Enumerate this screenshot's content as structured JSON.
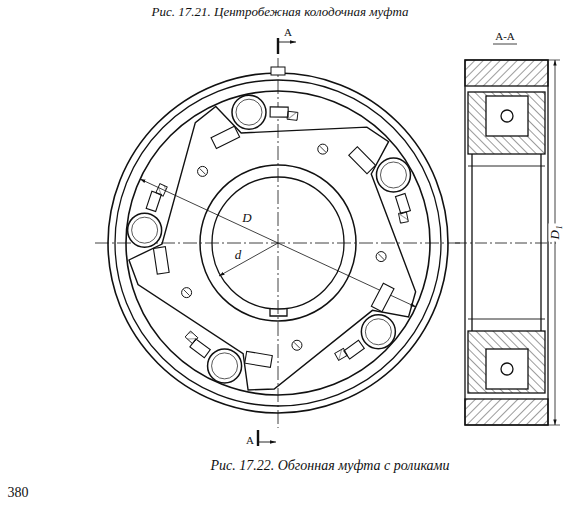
{
  "diagram": {
    "caption": "Рис. 17.22. Обгонная муфта с роликами",
    "labels": [
      "Рис. 17.21. Центробежная колодочная муфта",
      "A",
      "A-A",
      "D",
      "d",
      "D₁",
      "A",
      "380"
    ]
  }
}
